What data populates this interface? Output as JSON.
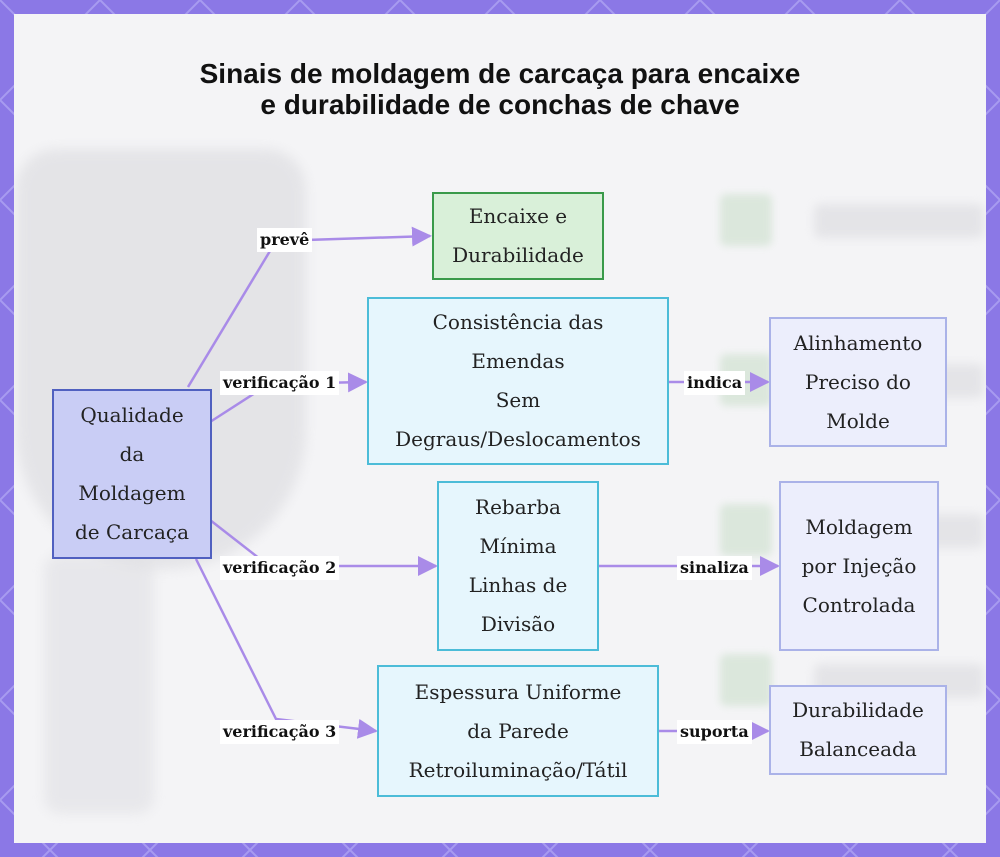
{
  "title": "Sinais de moldagem de carcaça para encaixe e durabilidade de conchas de chave",
  "nodes": {
    "source": [
      "Qualidade",
      "da",
      "Moldagem",
      "de Carcaça"
    ],
    "fit": [
      "Encaixe e",
      "Durabilidade"
    ],
    "check1": [
      "Consistência das",
      "Emendas",
      "Sem",
      "Degraus/Deslocamentos"
    ],
    "check2": [
      "Rebarba",
      "Mínima",
      "Linhas de",
      "Divisão"
    ],
    "check3": [
      "Espessura Uniforme",
      "da Parede",
      "Retroiluminação/Tátil"
    ],
    "result1": [
      "Alinhamento",
      "Preciso do",
      "Molde"
    ],
    "result2": [
      "Moldagem",
      "por Injeção",
      "Controlada"
    ],
    "result3": [
      "Durabilidade",
      "Balanceada"
    ]
  },
  "edges": {
    "preve": "prevê",
    "v1": "verificação 1",
    "v2": "verificação 2",
    "v3": "verificação 3",
    "indica": "indica",
    "sinaliza": "sinaliza",
    "suporta": "suporta"
  },
  "colors": {
    "frame": "#8b78e6",
    "edge": "#a98be8",
    "source_fill": "#c9cdf5",
    "green_fill": "#d9f0d9",
    "blue_fill": "#e6f6fd",
    "lavender_fill": "#eceefc"
  }
}
